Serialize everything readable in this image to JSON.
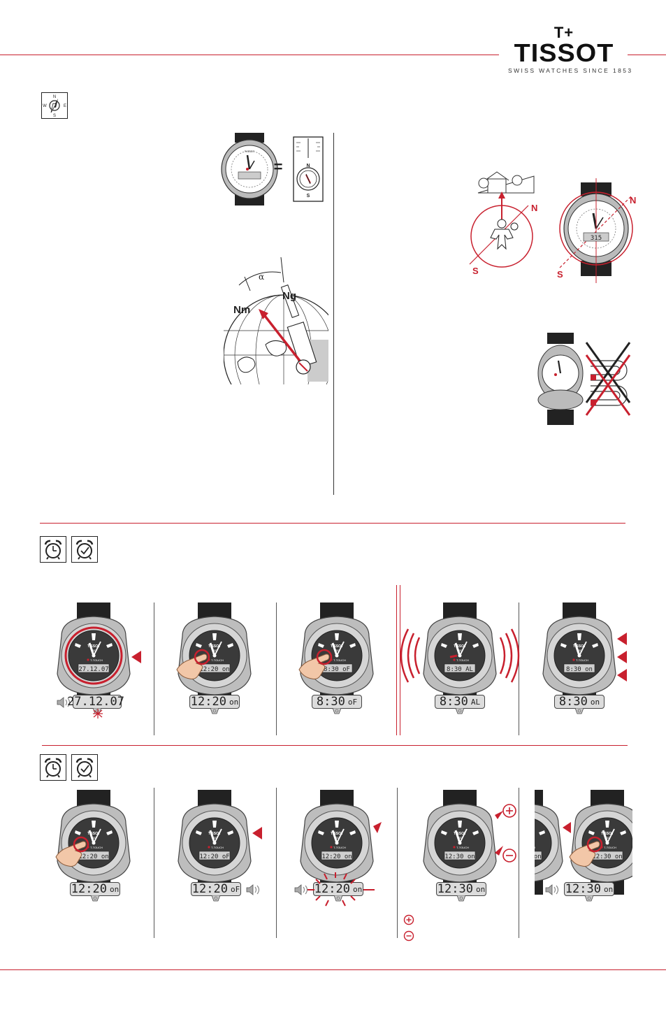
{
  "brand": {
    "mark": "T+",
    "name": "TISSOT",
    "tagline": "SWISS WATCHES SINCE 1853"
  },
  "compass_icon": {
    "n": "N",
    "s": "S",
    "e": "E",
    "w": "W"
  },
  "compass_diagram": {
    "equals": "=",
    "n": "N",
    "s": "S",
    "alpha": "α",
    "ng": "Ng",
    "nm": "Nm"
  },
  "orientation": {
    "n_left": "N",
    "s_left": "S",
    "n_right": "N",
    "s_right": "S",
    "watch_digits": "315"
  },
  "alarm_row1": [
    {
      "digits": "27.12.07",
      "suffix": "",
      "watch": "27.12.07"
    },
    {
      "digits": "12:20",
      "suffix": "on",
      "watch": "12:20 on"
    },
    {
      "digits": "8:30",
      "suffix": "oF",
      "watch": "8:30 oF"
    },
    {
      "digits": "8:30",
      "suffix": "AL",
      "watch": "8:30 AL"
    },
    {
      "digits": "8:30",
      "suffix": "on",
      "watch": "8:30 on"
    }
  ],
  "alarm_row2": [
    {
      "digits": "12:20",
      "suffix": "on",
      "watch": "12:20 on"
    },
    {
      "digits": "12:20",
      "suffix": "oF",
      "watch": "12:20 oF"
    },
    {
      "digits": "12:20",
      "suffix": "on",
      "watch": "12:20 on"
    },
    {
      "digits": "12:30",
      "suffix": "on",
      "watch": "12:30 on"
    },
    {
      "digits": "12:30",
      "suffix": "on",
      "watch": "12:30 on"
    }
  ],
  "watch_text": {
    "brand": "TISSOT",
    "year": "1853",
    "touch": "T-TOUCH"
  },
  "colors": {
    "accent": "#c8202e",
    "ink": "#222222",
    "lcd": "#dcdcdc"
  }
}
